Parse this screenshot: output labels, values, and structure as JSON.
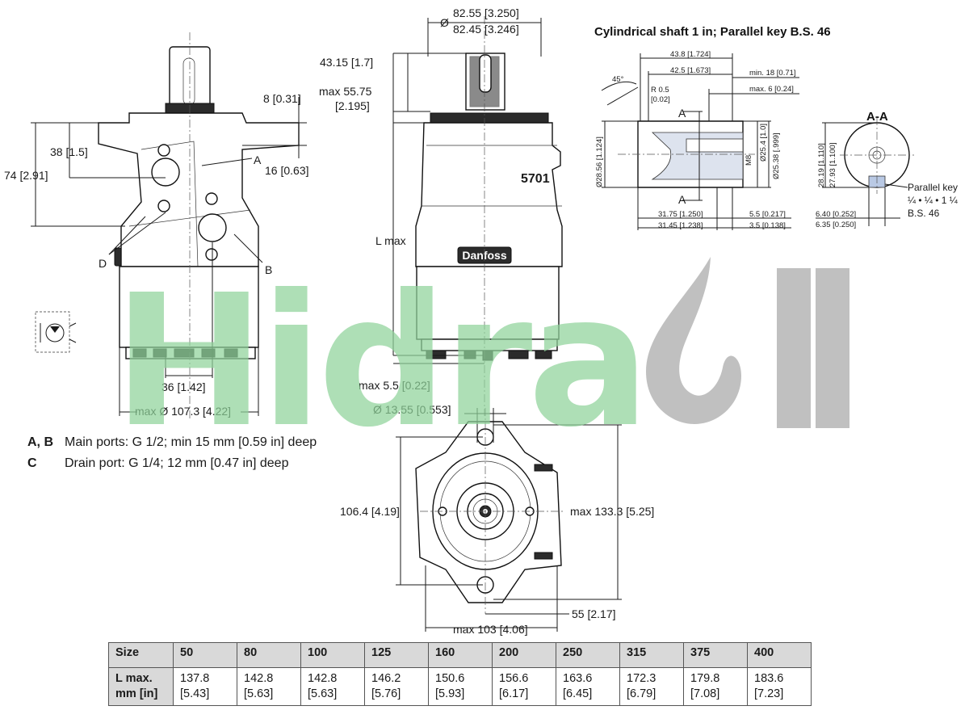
{
  "watermark": "Hidraoil",
  "shaft_title": "Cylindrical shaft 1 in; Parallel key B.S. 46",
  "left_view": {
    "dims": {
      "h38": "38 [1.5]",
      "h74": "74 [2.91]",
      "h8": "8 [0.31]",
      "h16": "16 [0.63]",
      "w36": "36 [1.42]",
      "maxdia": "max Ø 107.3 [4.22]"
    },
    "labels": {
      "A": "A",
      "B": "B",
      "D": "D"
    }
  },
  "center_view": {
    "dims": {
      "dia_top": "82.55 [3.250]",
      "dia_bot": "82.45 [3.246]",
      "dia_sym": "Ø",
      "h43": "43.15 [1.7]",
      "hmax1": "max 55.75",
      "hmax2": "[2.195]",
      "lmax": "L max",
      "max55": "max 5.5 [0.22]"
    },
    "model": "5701",
    "brand": "Danfoss"
  },
  "front_view": {
    "dims": {
      "hole": "Ø 13.55 [0.553]",
      "h106": "106.4 [4.19]",
      "h133": "max 133.3 [5.25]",
      "w55": "55 [2.17]",
      "w103": "max 103 [4.06]"
    }
  },
  "shaft_detail": {
    "dims": {
      "d438": "43.8 [1.724]",
      "d425": "42.5 [1.673]",
      "min18": "min. 18 [0.71]",
      "max6": "max. 6 [0.24]",
      "deg45": "45°",
      "r05a": "R 0.5",
      "r05b": "[0.02]",
      "A_top": "A",
      "A_bot": "A",
      "d2856": "Ø28.56 [1.124]",
      "m8": "M8",
      "d254": "Ø25.4 [1.0]",
      "d2538": "Ø25.38 [.999]",
      "d3175": "31.75 [1.250]",
      "d3145": "31.45 [1.238]",
      "d55": "5.5 [0.217]",
      "d35": "3.5 [0.138]"
    },
    "section": {
      "title": "A-A",
      "d2819": "28.19 [1.110]",
      "d2793": "27.93 [1.100]",
      "d640": "6.40 [0.252]",
      "d635": "6.35 [0.250]",
      "key1": "Parallel key",
      "key2": "¼ • ¼ • 1 ¼",
      "key3": "B.S. 46"
    }
  },
  "legend": [
    {
      "key": "A, B",
      "text": "Main ports: G 1/2; min 15 mm [0.59 in] deep"
    },
    {
      "key": "C",
      "text": "Drain port: G 1/4; 12 mm [0.47 in] deep"
    }
  ],
  "table": {
    "size_label": "Size",
    "sizes": [
      "50",
      "80",
      "100",
      "125",
      "160",
      "200",
      "250",
      "315",
      "375",
      "400"
    ],
    "lmax_label_1": "L max.",
    "lmax_label_2": "mm [in]",
    "lmax": [
      [
        "137.8",
        "[5.43]"
      ],
      [
        "142.8",
        "[5.63]"
      ],
      [
        "142.8",
        "[5.63]"
      ],
      [
        "146.2",
        "[5.76]"
      ],
      [
        "150.6",
        "[5.93]"
      ],
      [
        "156.6",
        "[6.17]"
      ],
      [
        "163.6",
        "[6.45]"
      ],
      [
        "172.3",
        "[6.79]"
      ],
      [
        "179.8",
        "[7.08]"
      ],
      [
        "183.6",
        "[7.23]"
      ]
    ]
  },
  "colors": {
    "watermark_green": "#8fd39a",
    "watermark_gray": "#a8a8a8",
    "key_blue": "#b9c9e4"
  }
}
